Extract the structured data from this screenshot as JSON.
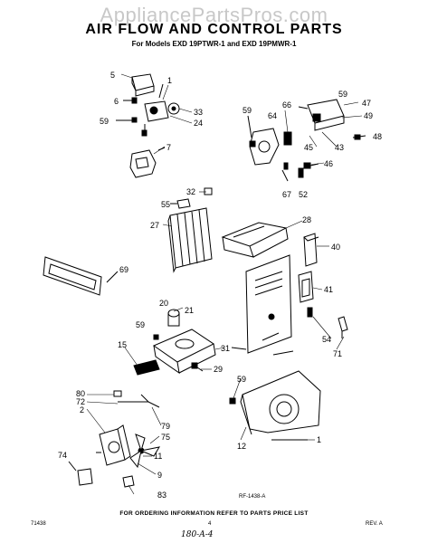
{
  "watermark": "AppliancePartsPros.com",
  "title": "AIR FLOW AND CONTROL PARTS",
  "subtitle": "For Models EXD 19PTWR-1 and EXD 19PMWR-1",
  "figure_ref": "RF-1438-A",
  "footer_note": "FOR ORDERING INFORMATION REFER TO PARTS PRICE LIST",
  "page_number": "4",
  "doc_code": "71438",
  "revision": "REV. A",
  "handwritten": "180-A-4",
  "callouts": [
    "5",
    "1",
    "6",
    "33",
    "59",
    "24",
    "7",
    "59",
    "64",
    "66",
    "59",
    "47",
    "49",
    "45",
    "43",
    "48",
    "46",
    "67",
    "52",
    "32",
    "55",
    "27",
    "28",
    "40",
    "69",
    "41",
    "20",
    "21",
    "59",
    "54",
    "71",
    "15",
    "31",
    "29",
    "80",
    "72",
    "2",
    "59",
    "79",
    "75",
    "1",
    "11",
    "9",
    "83",
    "74",
    "12"
  ]
}
